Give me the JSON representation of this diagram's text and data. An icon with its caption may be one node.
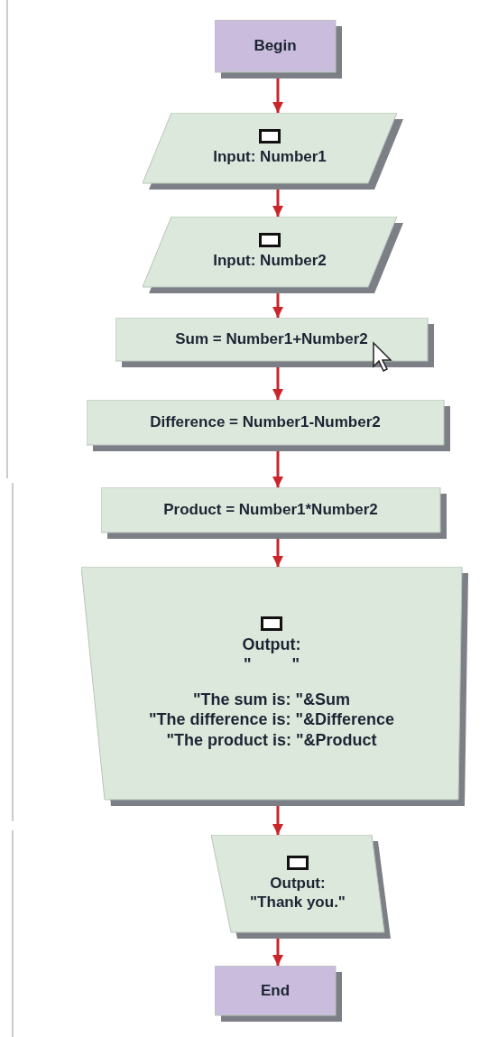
{
  "diagram": {
    "nodes": [
      {
        "text": [
          "Begin"
        ]
      },
      {
        "text": [
          "Input: Number1"
        ]
      },
      {
        "text": [
          "Input: Number2"
        ]
      },
      {
        "text": [
          "Sum = Number1+Number2"
        ]
      },
      {
        "text": [
          "Difference = Number1-Number2"
        ]
      },
      {
        "text": [
          "Product = Number1*Number2"
        ]
      },
      {
        "text": [
          "Output:",
          "\" \"",
          "\"The sum is: \"&Sum",
          "\"The difference is: \"&Difference",
          "\"The product is: \"&Product"
        ]
      },
      {
        "text": [
          "Output:",
          "\"Thank you.\""
        ]
      },
      {
        "text": [
          "End"
        ]
      }
    ],
    "edges": [
      {
        "from": 0,
        "to": 1,
        "arrow": "to"
      },
      {
        "from": 1,
        "to": 2,
        "arrow": "to"
      },
      {
        "from": 2,
        "to": 3,
        "arrow": "to"
      },
      {
        "from": 3,
        "to": 4,
        "arrow": "to"
      },
      {
        "from": 4,
        "to": 5,
        "arrow": "to"
      },
      {
        "from": 5,
        "to": 6,
        "arrow": "to"
      },
      {
        "from": 6,
        "to": 7,
        "arrow": "to"
      },
      {
        "from": 7,
        "to": 8,
        "arrow": "to"
      }
    ]
  }
}
